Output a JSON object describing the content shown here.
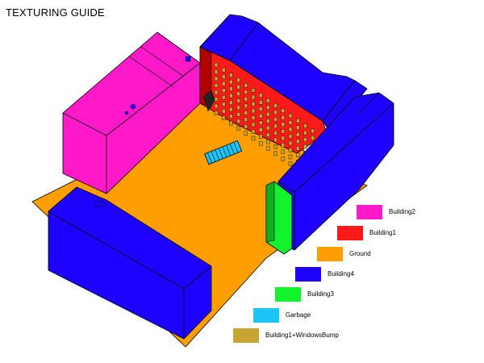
{
  "title": "TEXTURING GUIDE",
  "colors": {
    "building2": "#ff19c8",
    "building1": "#ff1a1a",
    "ground": "#ff9e00",
    "building4": "#1e00ff",
    "building3": "#12f32e",
    "garbage": "#1fc4f6",
    "windows_bump": "#c9a431"
  },
  "legend": [
    {
      "label": "Building2",
      "color": "#ff19c8"
    },
    {
      "label": "Building1",
      "color": "#ff1a1a"
    },
    {
      "label": "Ground",
      "color": "#ff9e00"
    },
    {
      "label": "Building4",
      "color": "#1e00ff"
    },
    {
      "label": "Building3",
      "color": "#12f32e"
    },
    {
      "label": "Garbage",
      "color": "#1fc4f6"
    },
    {
      "label": "Building1+WindowsBump",
      "color": "#c9a431"
    }
  ]
}
